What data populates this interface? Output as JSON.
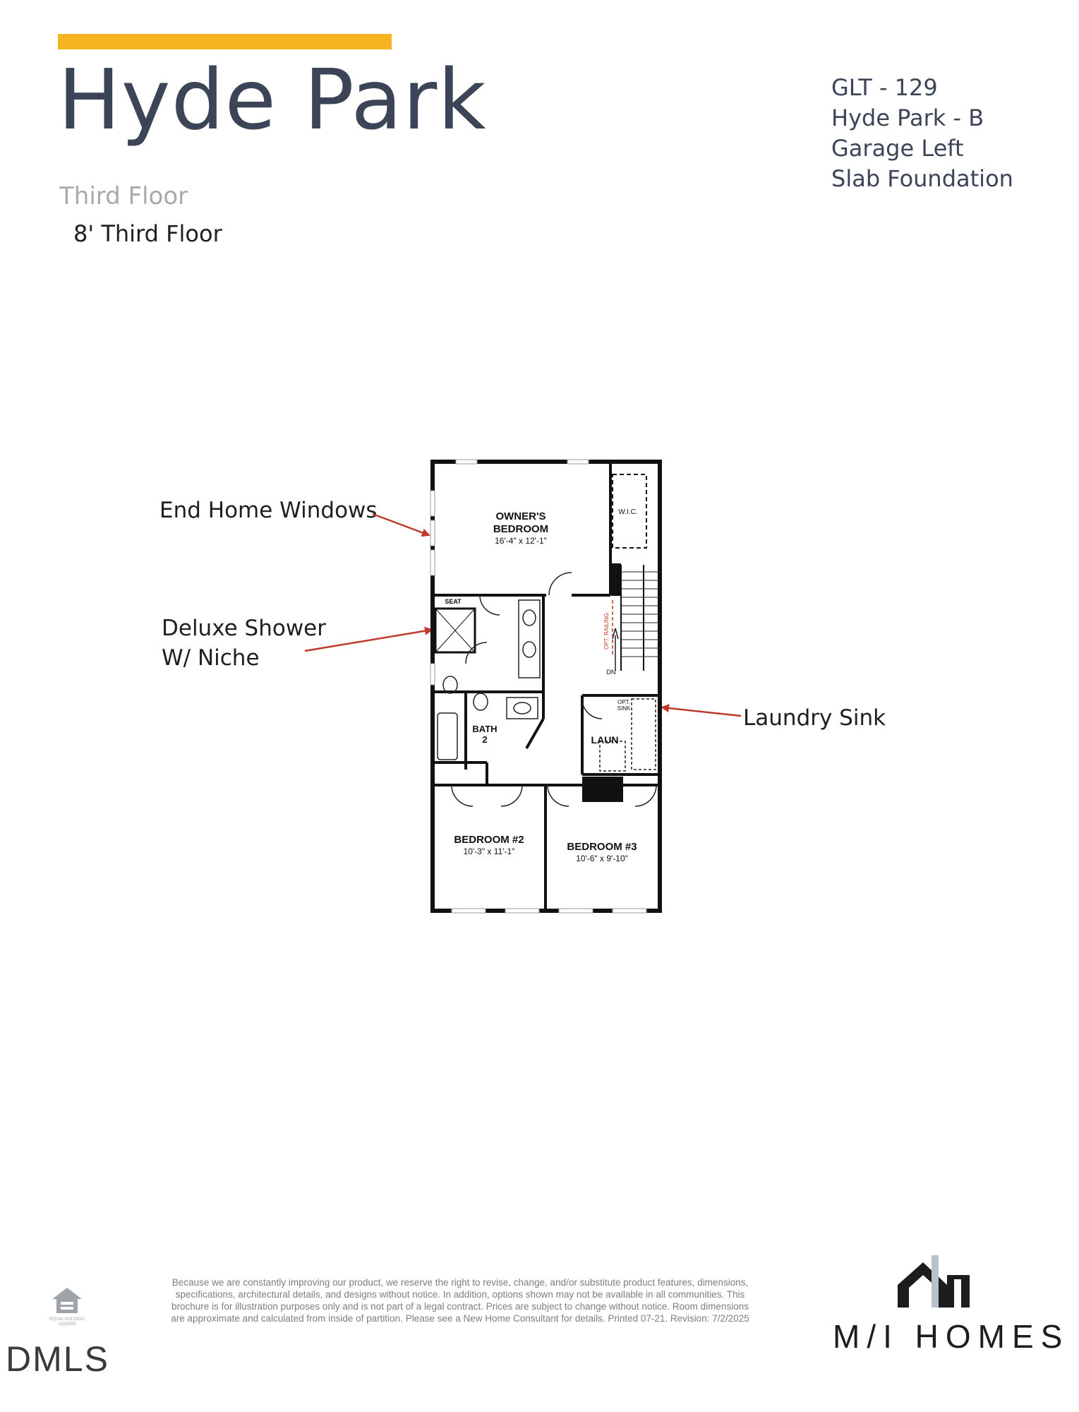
{
  "header": {
    "title": "Hyde Park",
    "floor_label": "Third Floor",
    "floor_sub": "8' Third Floor"
  },
  "spec": {
    "lines": [
      "GLT - 129",
      "Hyde Park - B",
      "Garage Left",
      "Slab Foundation"
    ]
  },
  "callouts": {
    "end_windows": "End Home Windows",
    "shower_line1": "Deluxe Shower",
    "shower_line2": "W/ Niche",
    "laundry_sink": "Laundry Sink"
  },
  "plan": {
    "owners_bedroom": "OWNER'S",
    "owners_bedroom_2": "BEDROOM",
    "owners_dim": "16'-4\" x 12'-1\"",
    "wic": "W.I.C.",
    "seat": "SEAT",
    "bath2": "BATH",
    "bath2_num": "2",
    "laun": "LAUN",
    "opt_sink": "OPT.",
    "opt_sink_2": "SINK",
    "opt_railing": "OPT. RAILING",
    "dn": "DN",
    "bedroom2": "BEDROOM #2",
    "bedroom2_dim": "10'-3\" x 11'-1\"",
    "bedroom3": "BEDROOM #3",
    "bedroom3_dim": "10'-6\" x 9'-10\""
  },
  "footer": {
    "disclaimer": "Because we are constantly improving our product, we reserve the right to revise, change, and/or substitute product features, dimensions, specifications, architectural details, and designs without notice. In addition, options shown may not be available in all communities. This brochure is for illustration purposes only and is not part of a legal contract. Prices are subject to change without notice. Room dimensions are approximate and calculated from inside of partition. Please see a New Home Consultant for details. Printed 07-21. Revision: 7/2/2025",
    "ehl_text": "EQUAL HOUSING LENDER",
    "dmls": "DMLS",
    "brand": "M/I HOMES"
  },
  "colors": {
    "accent": "#f4b521",
    "title": "#3b4557",
    "arrow": "#c0392b"
  },
  "icons": [
    "equal-housing-lender-icon",
    "mi-homes-logo-icon"
  ]
}
